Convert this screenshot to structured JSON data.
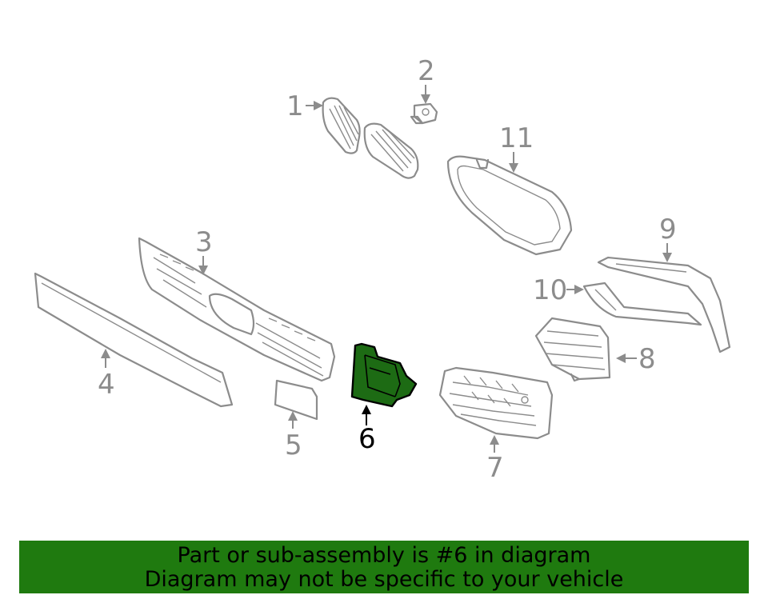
{
  "diagram": {
    "callouts": [
      {
        "id": "1",
        "label": "1"
      },
      {
        "id": "2",
        "label": "2"
      },
      {
        "id": "3",
        "label": "3"
      },
      {
        "id": "4",
        "label": "4"
      },
      {
        "id": "5",
        "label": "5"
      },
      {
        "id": "6",
        "label": "6",
        "highlighted": true
      },
      {
        "id": "7",
        "label": "7"
      },
      {
        "id": "8",
        "label": "8"
      },
      {
        "id": "9",
        "label": "9"
      },
      {
        "id": "10",
        "label": "10"
      },
      {
        "id": "11",
        "label": "11"
      }
    ],
    "colors": {
      "line": "#8c8c8c",
      "highlight_fill": "#1d6b14",
      "banner": "#1f7a0f"
    }
  },
  "banner": {
    "line1": "Part or sub-assembly is #6 in diagram",
    "line2": "Diagram may not be specific to your vehicle"
  }
}
